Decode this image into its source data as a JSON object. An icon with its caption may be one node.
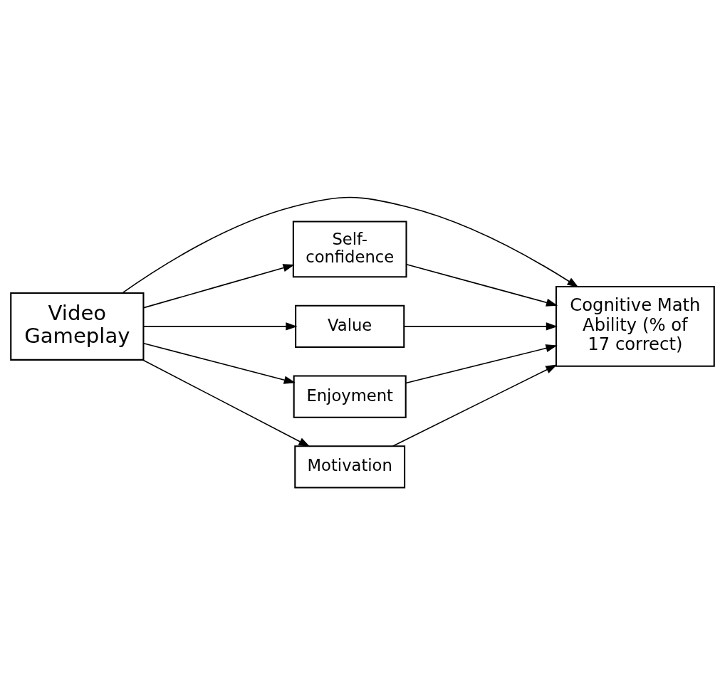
{
  "diagram": {
    "nodes": [
      {
        "text": [
          "Cognitive Math Ability (% of 17 correct)"
        ]
      },
      {
        "text": [
          "Video Gameplay"
        ]
      },
      {
        "text": [
          "Self-confidence"
        ]
      },
      {
        "text": [
          "Value"
        ]
      },
      {
        "text": [
          "Enjoyment"
        ]
      },
      {
        "text": [
          "Motivation"
        ]
      }
    ],
    "edges": [
      {
        "from": 1,
        "to": 0,
        "arrow": "to"
      },
      {
        "from": 1,
        "to": 2,
        "arrow": "to"
      },
      {
        "from": 1,
        "to": 3,
        "arrow": "to"
      },
      {
        "from": 1,
        "to": 4,
        "arrow": "to"
      },
      {
        "from": 1,
        "to": 5,
        "arrow": "to"
      },
      {
        "from": 2,
        "to": 0,
        "arrow": "to"
      },
      {
        "from": 3,
        "to": 0,
        "arrow": "to"
      },
      {
        "from": 4,
        "to": 0,
        "arrow": "to"
      },
      {
        "from": 5,
        "to": 0,
        "arrow": "to"
      }
    ]
  }
}
